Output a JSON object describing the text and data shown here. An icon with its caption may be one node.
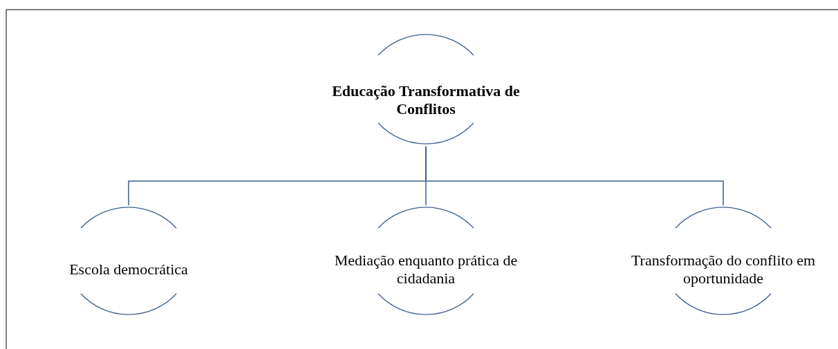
{
  "diagram": {
    "nodes": [
      {
        "text": [
          "Educação Transformativa de Conflitos"
        ]
      },
      {
        "text": [
          "Escola democrática"
        ]
      },
      {
        "text": [
          "Mediação enquanto prática de cidadania"
        ]
      },
      {
        "text": [
          "Transformação do conflito em oportunidade"
        ]
      }
    ],
    "edges": [
      {
        "from": 0,
        "to": 1,
        "arrow": "none"
      },
      {
        "from": 0,
        "to": 2,
        "arrow": "none"
      },
      {
        "from": 0,
        "to": 3,
        "arrow": "none"
      }
    ]
  }
}
